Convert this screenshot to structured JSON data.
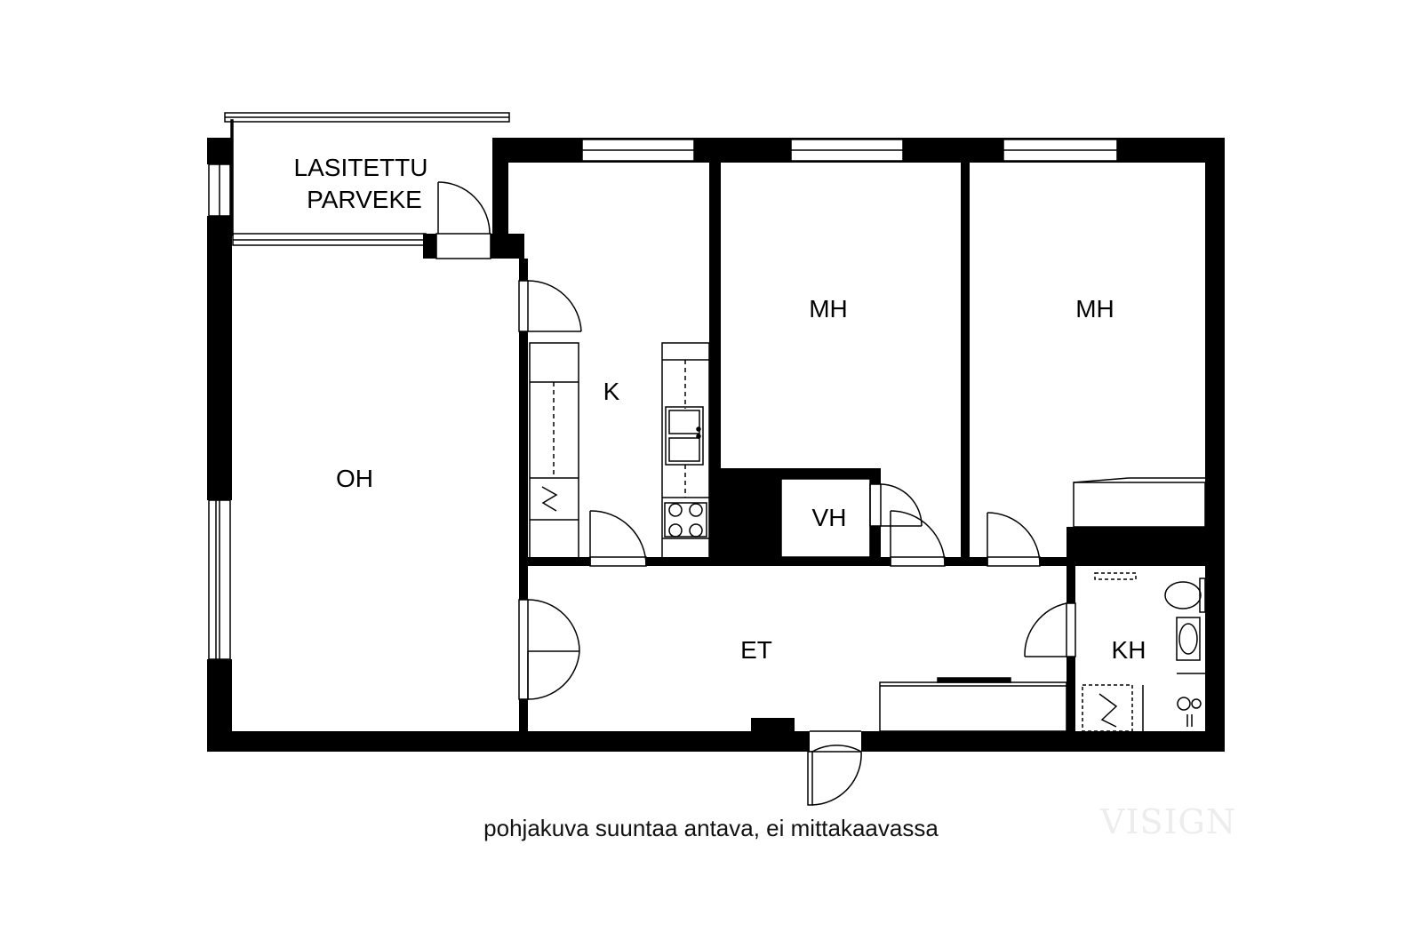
{
  "rooms": {
    "balcony_line1": "LASITETTU",
    "balcony_line2": "PARVEKE",
    "living": "OH",
    "kitchen": "K",
    "bedroom1": "MH",
    "bedroom2": "MH",
    "closet": "VH",
    "hall": "ET",
    "bathroom": "KH"
  },
  "caption": "pohjakuva suuntaa antava, ei mittakaavassa",
  "watermark": "VISIGN"
}
